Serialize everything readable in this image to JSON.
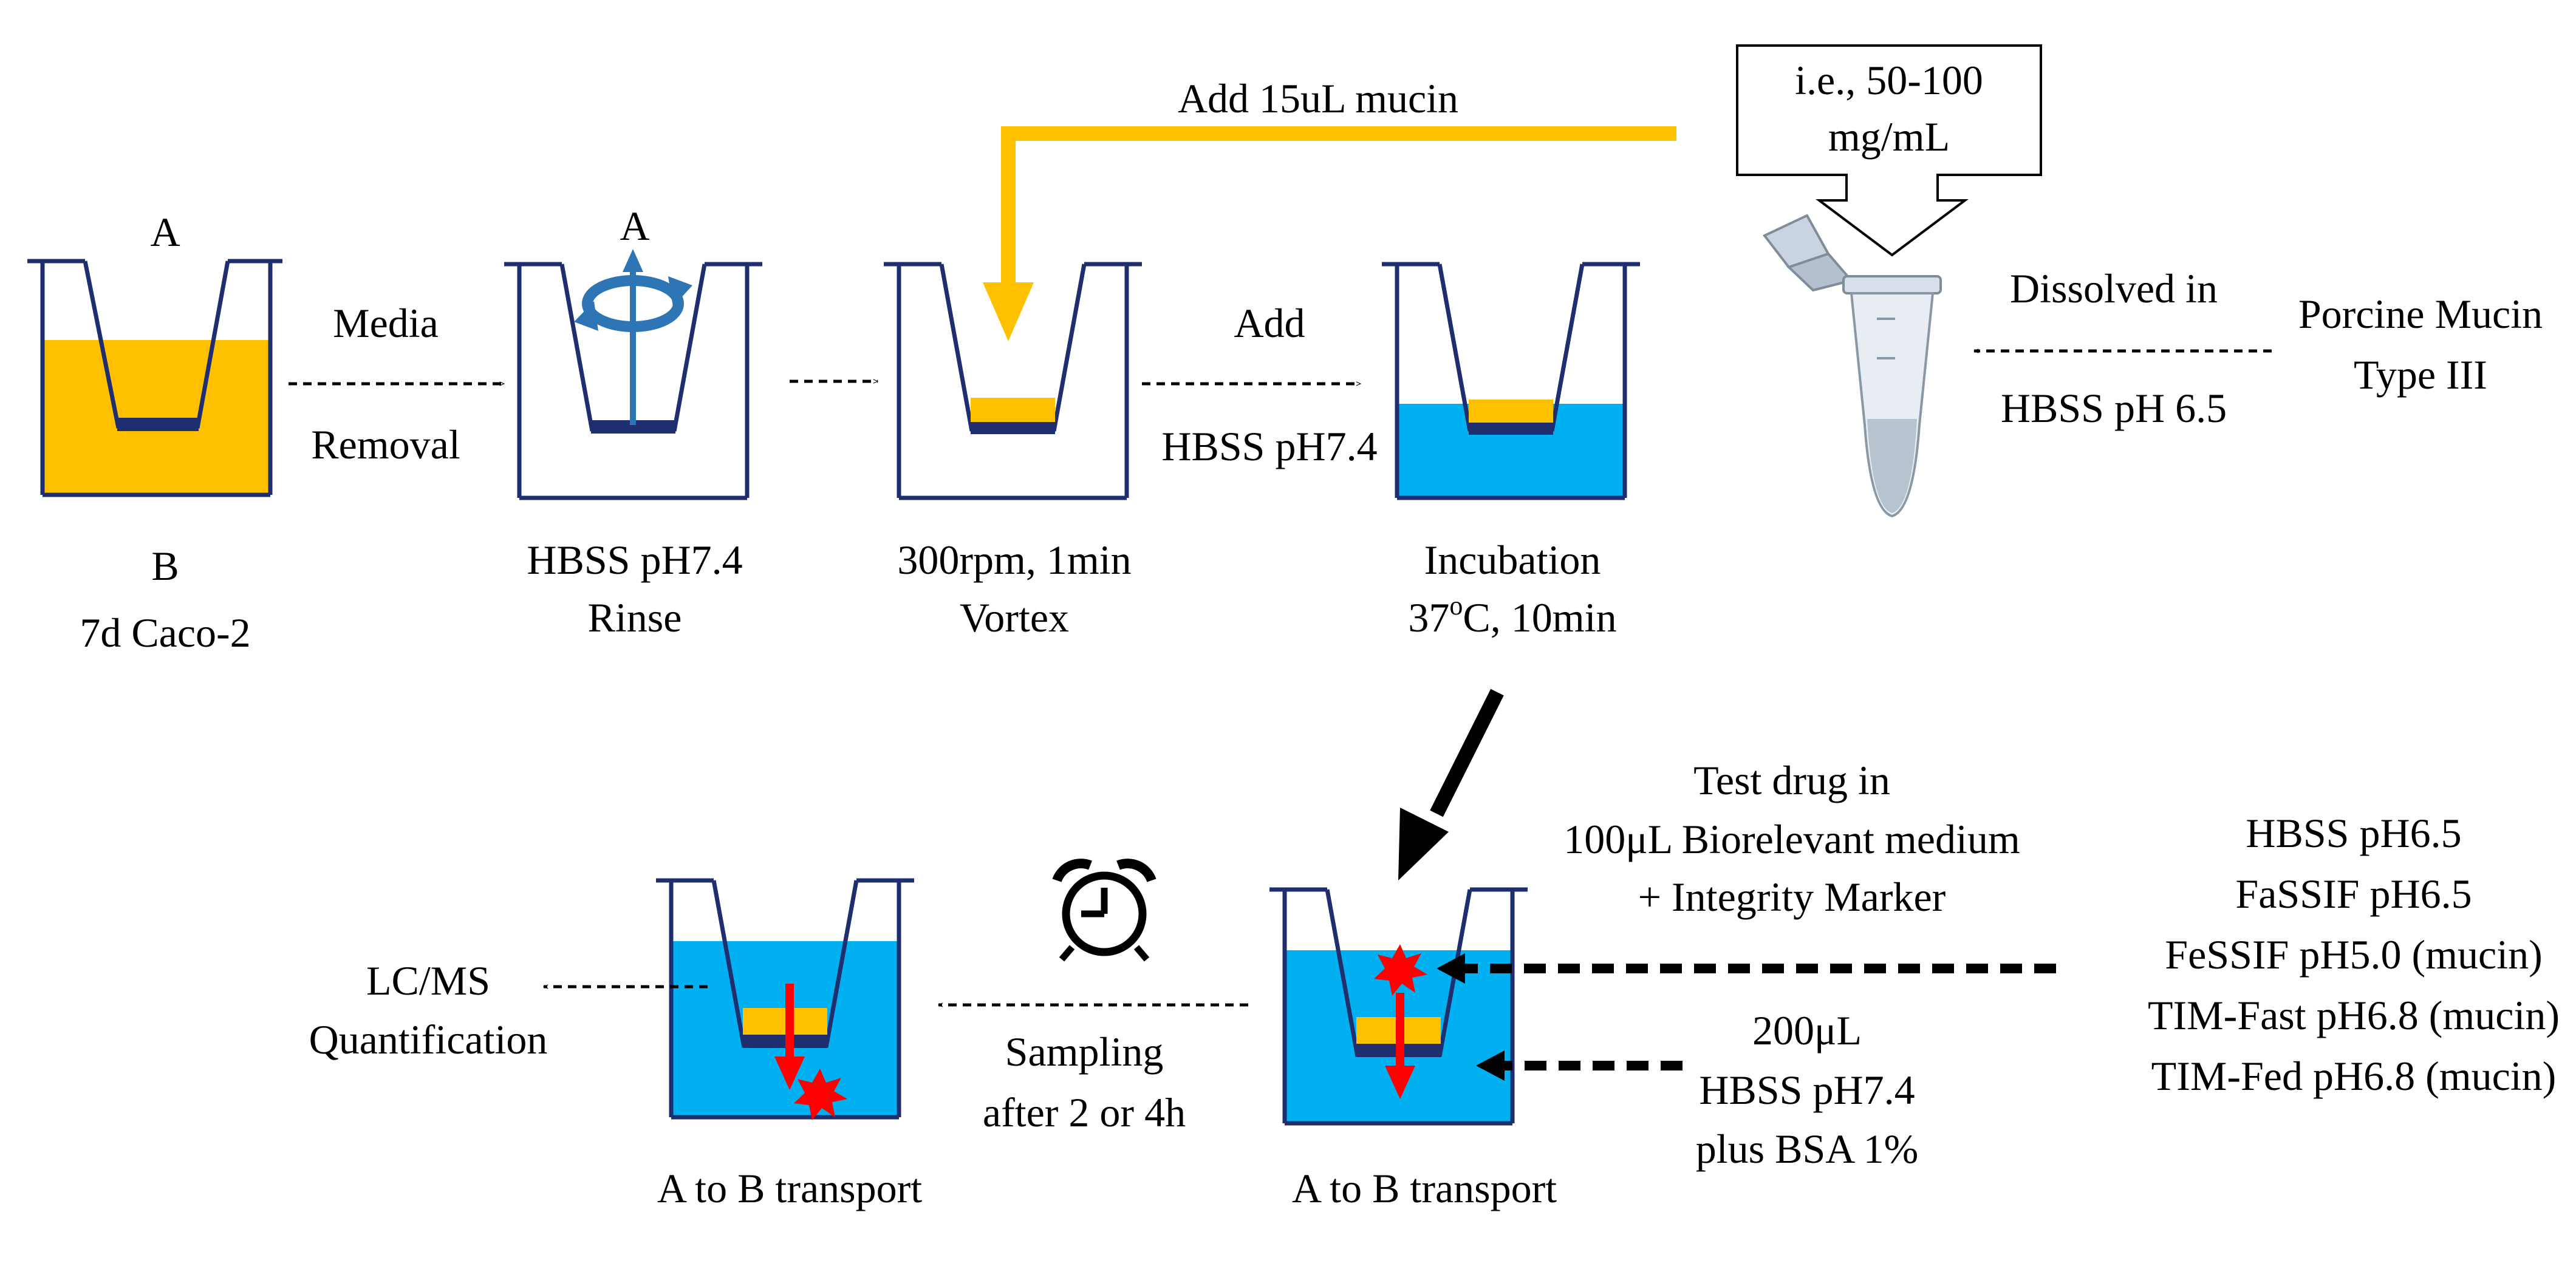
{
  "colors": {
    "media_yellow": "#FFC000",
    "buffer_blue": "#00B0F0",
    "cell_layer": "#1F2E6E",
    "outline": "#1F2E6E",
    "drug_red": "#FF0000",
    "rotation_arrow": "#2E75B6"
  },
  "icons": [
    "clock-icon",
    "rotation-icon",
    "star-burst-icon",
    "microtube-icon"
  ],
  "labels": {
    "apical_1": "A",
    "basolateral_1": "B",
    "caco2": "7d Caco-2",
    "media": "Media",
    "removal": "Removal",
    "apical_2": "A",
    "rinse_buffer": "HBSS pH7.4",
    "rinse": "Rinse",
    "add_mucin": "Add 15uL mucin",
    "vortex_speed": "300rpm, 1min",
    "vortex": "Vortex",
    "add": "Add",
    "add_buffer": "HBSS pH7.4",
    "incubation": "Incubation",
    "incubation_temp": "37",
    "incubation_sup": "o",
    "incubation_rest": "C, 10min",
    "conc_line1": "i.e., 50-100",
    "conc_line2": "mg/mL",
    "dissolved_in": "Dissolved in",
    "dissolved_buffer": "HBSS pH 6.5",
    "mucin_line1": "Porcine Mucin",
    "mucin_line2": "Type III",
    "test_drug_1": "Test drug in",
    "test_drug_2": "100μL Biorelevant medium",
    "test_drug_3": "+ Integrity Marker",
    "media_list": [
      "HBSS pH6.5",
      "FaSSIF pH6.5",
      "FeSSIF pH5.0 (mucin)",
      "TIM-Fast pH6.8 (mucin)",
      "TIM-Fed pH6.8 (mucin)"
    ],
    "baso_1": "200μL",
    "baso_2": "HBSS pH7.4",
    "baso_3": "plus BSA 1%",
    "transport_right": "A to B transport",
    "sampling_1": "Sampling",
    "sampling_2": "after 2 or 4h",
    "transport_left": "A to B transport",
    "lcms_1": "LC/MS",
    "lcms_2": "Quantification"
  }
}
